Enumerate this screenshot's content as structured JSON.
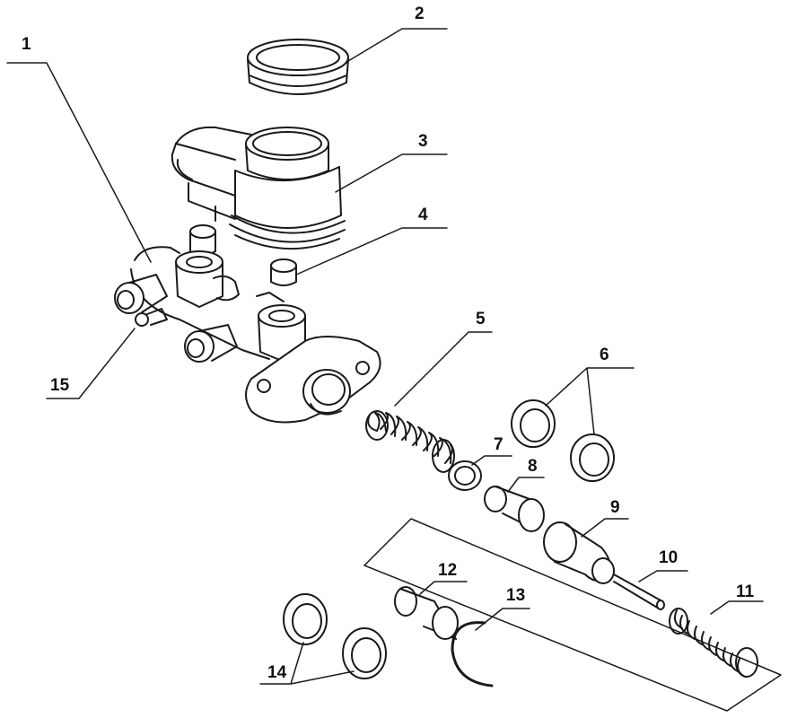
{
  "callouts": [
    {
      "id": "1",
      "text": "1"
    },
    {
      "id": "2",
      "text": "2"
    },
    {
      "id": "3",
      "text": "3"
    },
    {
      "id": "4",
      "text": "4"
    },
    {
      "id": "5",
      "text": "5"
    },
    {
      "id": "6",
      "text": "6"
    },
    {
      "id": "7",
      "text": "7"
    },
    {
      "id": "8",
      "text": "8"
    },
    {
      "id": "9",
      "text": "9"
    },
    {
      "id": "10",
      "text": "10"
    },
    {
      "id": "11",
      "text": "11"
    },
    {
      "id": "12",
      "text": "12"
    },
    {
      "id": "13",
      "text": "13"
    },
    {
      "id": "14",
      "text": "14"
    },
    {
      "id": "15",
      "text": "15"
    }
  ],
  "colors": {
    "line": "#1a1a1a",
    "background": "#ffffff",
    "shade": "#e8e8e8"
  }
}
